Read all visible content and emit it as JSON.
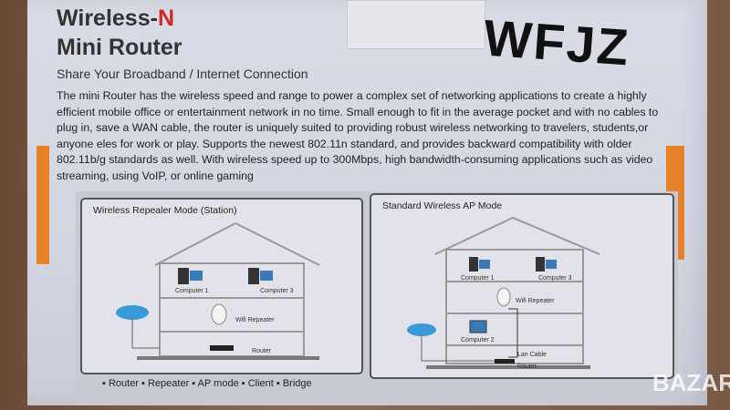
{
  "title_line1_prefix": "Wireless-",
  "title_line1_accent": "N",
  "title_line2": "Mini Router",
  "subtitle": "Share Your Broadband / Internet Connection",
  "description": "The mini Router has the wireless speed and range to power a complex set of networking applications to create a highly efficient mobile office or entertainment network in no time. Small enough to fit in the average pocket and with no cables to plug in, save a  WAN cable, the router is uniquely suited to providing robust wireless networking to travelers, students,or anyone eles for  work or play. Supports the newest 802.11n standard, and provides backward compatibility with older 802.11b/g standards as well. With wireless speed up to 300Mbps, high bandwidth-consuming applications such as video streaming, using VoIP, or online gaming",
  "handwriting": "WFJZ",
  "modes": [
    {
      "title": "Wireless Repealer Mode (Station)",
      "labels": {
        "c1": "Computer 1",
        "c3": "Computer 3",
        "rep": "Wifi Repeater",
        "router": "Router"
      }
    },
    {
      "title": "Standard Wireless AP Mode",
      "labels": {
        "c1": "Computer 1",
        "c3": "Computer 3",
        "rep": "Wifi Repeater",
        "c2": "Computer 2",
        "lan": "Lan Cable",
        "router": "Router"
      }
    }
  ],
  "legend": "▪ Router  ▪ Repeater  ▪ AP mode  ▪ Client  ▪ Bridge",
  "watermark": "BAZAR",
  "colors": {
    "accent": "#d02a20",
    "stripe": "#e8822a"
  }
}
